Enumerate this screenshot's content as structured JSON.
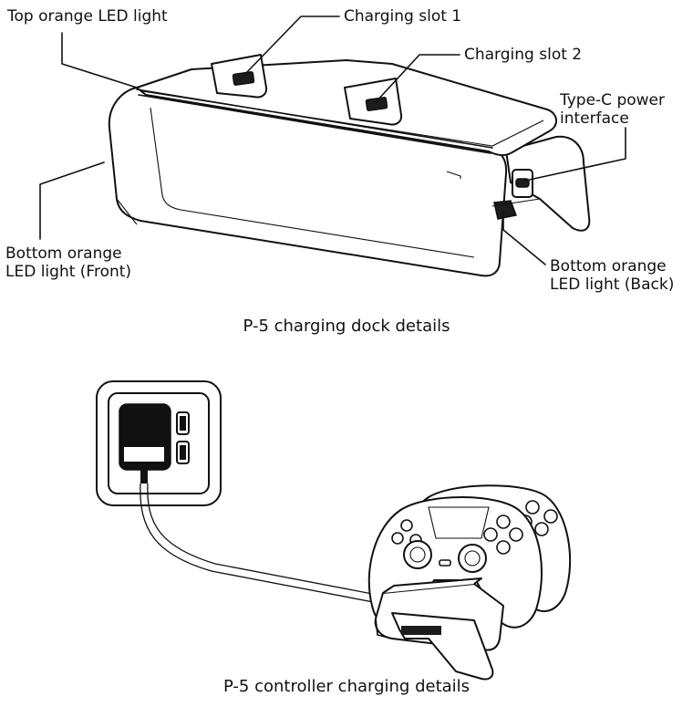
{
  "labels": {
    "top_led": "Top orange LED light",
    "slot1": "Charging slot 1",
    "slot2": "Charging slot 2",
    "typec_line1": "Type-C power",
    "typec_line2": "interface",
    "bottom_front_line1": "Bottom orange",
    "bottom_front_line2": "LED light (Front)",
    "bottom_back_line1": "Bottom orange",
    "bottom_back_line2": "LED light (Back)"
  },
  "captions": {
    "dock": "P-5 charging dock details",
    "controller": "P-5 controller charging details"
  }
}
